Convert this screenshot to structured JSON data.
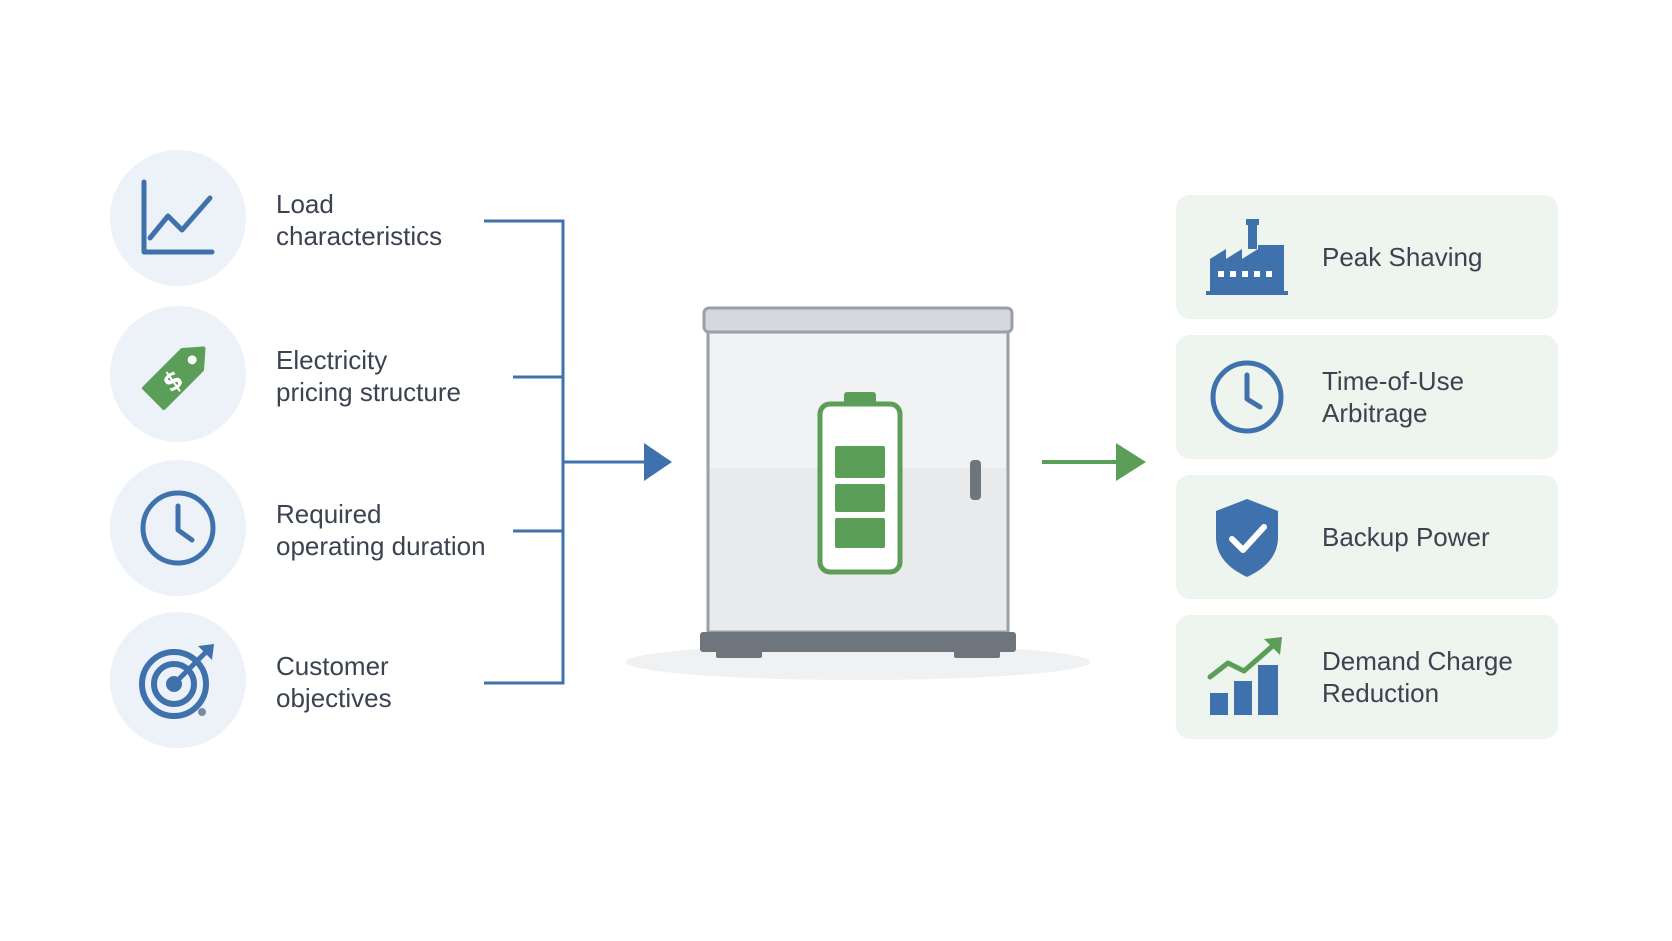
{
  "inputs": [
    {
      "lines": [
        "Load",
        "characteristics"
      ],
      "icon": "line-chart-icon"
    },
    {
      "lines": [
        "Electricity",
        "pricing structure"
      ],
      "icon": "price-tag-icon"
    },
    {
      "lines": [
        "Required",
        "operating duration"
      ],
      "icon": "clock-icon"
    },
    {
      "lines": [
        "Customer",
        "objectives"
      ],
      "icon": "target-icon"
    }
  ],
  "center": {
    "icon": "battery-cabinet-icon"
  },
  "outputs": [
    {
      "lines": [
        "Peak Shaving"
      ],
      "icon": "factory-icon"
    },
    {
      "lines": [
        "Time-of-Use",
        "Arbitrage"
      ],
      "icon": "clock-icon"
    },
    {
      "lines": [
        "Backup Power"
      ],
      "icon": "shield-check-icon"
    },
    {
      "lines": [
        "Demand Charge",
        "Reduction"
      ],
      "icon": "growth-chart-icon"
    }
  ],
  "colors": {
    "blue": "#3f72ad",
    "green": "#5a9e57",
    "icon_circle_bg": "#edf2f8",
    "card_bg": "#eef4ee",
    "text": "#3b4350"
  }
}
